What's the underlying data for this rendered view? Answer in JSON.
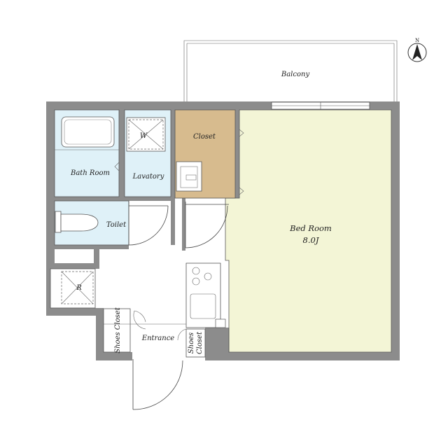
{
  "rooms": {
    "balcony": "Balcony",
    "closet": "Closet",
    "bath_room": "Bath Room",
    "lavatory": "Lavatory",
    "washer_mark": "W",
    "toilet": "Toilet",
    "bed_room": "Bed Room",
    "bed_room_size": "8.0J",
    "refrigerator_mark": "R",
    "shoes_closet_left": "Shoes Closet",
    "entrance": "Entrance",
    "shoes_closet_right": "Shoes Closet"
  },
  "compass": {
    "north": "N"
  },
  "colors": {
    "wall": "#8c8c8c",
    "bed_room_fill": "#f3f5d6",
    "closet_fill": "#d7bb8e",
    "wet_area_fill": "#dff1f8"
  }
}
